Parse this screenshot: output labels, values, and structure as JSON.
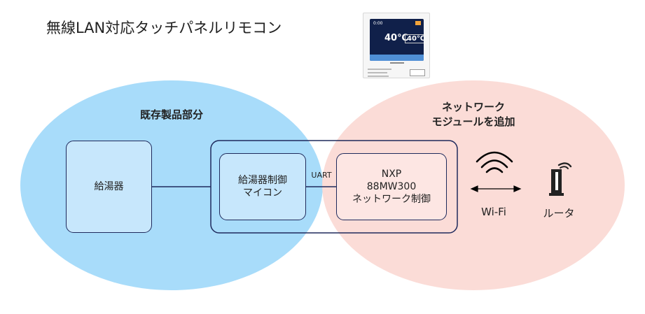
{
  "title": "無線LAN対応タッチパネルリモコン",
  "remote_screen": {
    "left_temp": "40℃",
    "right_temp": "40℃",
    "clock": "0:00"
  },
  "groups": {
    "existing": "既存製品部分",
    "module_line1": "ネットワーク",
    "module_line2": "モジュールを追加"
  },
  "boxes": {
    "water_heater": "給湯器",
    "controller_line1": "給湯器制御",
    "controller_line2": "マイコン",
    "nxp_line1": "NXP",
    "nxp_line2": "88MW300",
    "nxp_line3": "ネットワーク制御"
  },
  "link_label": "UART",
  "wifi_label": "Wi-Fi",
  "router_label": "ルータ",
  "colors": {
    "existing_fill": "#a8dcfa",
    "module_fill": "#fbd9d4",
    "box_fill": "#c7e7fc",
    "nxp_fill": "#fde6e3",
    "line": "#1f2a5c"
  },
  "icons": {
    "wifi": "wifi-icon",
    "router": "router-icon",
    "link_arrow": "double-arrow-icon",
    "device": "touch-panel-remote-icon"
  }
}
